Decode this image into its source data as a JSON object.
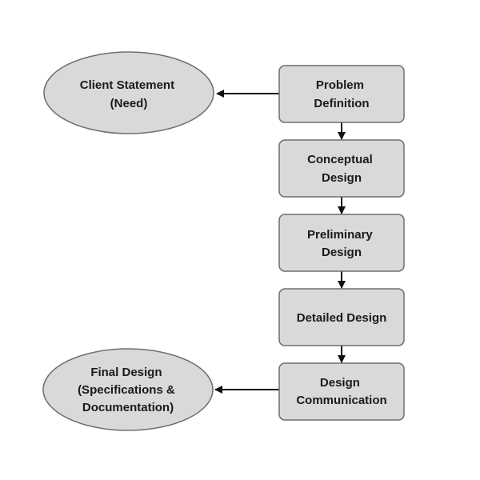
{
  "diagram": {
    "colors": {
      "box_fill": "#d9d9d9",
      "box_stroke": "#6f6f6f",
      "ellipse_fill": "#d9d9d9",
      "ellipse_stroke": "#6f6f6f",
      "arrow": "#111111",
      "text": "#1a1a1a"
    },
    "steps": [
      {
        "id": "problem-definition",
        "lines": [
          "Problem",
          "Definition"
        ]
      },
      {
        "id": "conceptual-design",
        "lines": [
          "Conceptual",
          "Design"
        ]
      },
      {
        "id": "preliminary-design",
        "lines": [
          "Preliminary",
          "Design"
        ]
      },
      {
        "id": "detailed-design",
        "lines": [
          "Detailed Design"
        ]
      },
      {
        "id": "design-communication",
        "lines": [
          "Design",
          "Communication"
        ]
      }
    ],
    "outputs": [
      {
        "id": "client-statement",
        "lines": [
          "Client Statement",
          "(Need)"
        ]
      },
      {
        "id": "final-design",
        "lines": [
          "Final Design",
          "(Specifications &",
          "Documentation)"
        ]
      }
    ]
  }
}
